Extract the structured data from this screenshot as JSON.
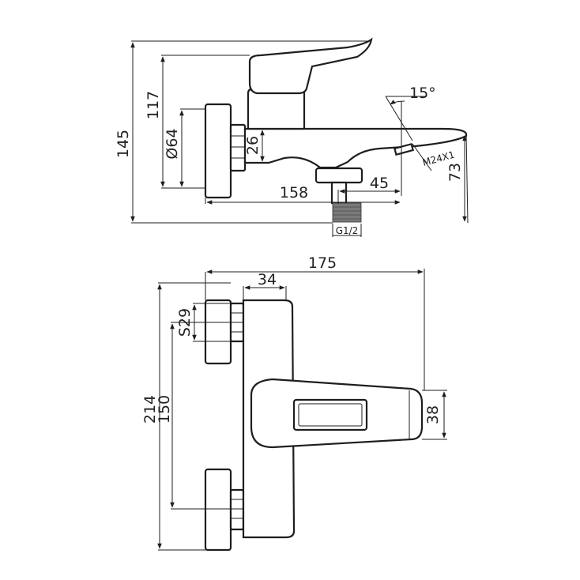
{
  "side_view": {
    "dim_height_total": "145",
    "dim_height_handle": "117",
    "dim_flange_dia": "Ø64",
    "dim_inlet_height": "26",
    "dim_reach": "158",
    "dim_center_to_outlet": "45",
    "dim_spout_height": "73",
    "dim_angle": "15°",
    "dim_thread": "M24X1",
    "dim_connection": "G1/2"
  },
  "top_view": {
    "dim_width_total": "175",
    "dim_body_depth": "34",
    "dim_nut": "S29",
    "dim_length_total": "214",
    "dim_center_distance": "150",
    "dim_handle_width": "38"
  },
  "colors": {
    "line": "#1e1e1e",
    "thread_fill": "#7a7a7a",
    "background": "#ffffff"
  }
}
